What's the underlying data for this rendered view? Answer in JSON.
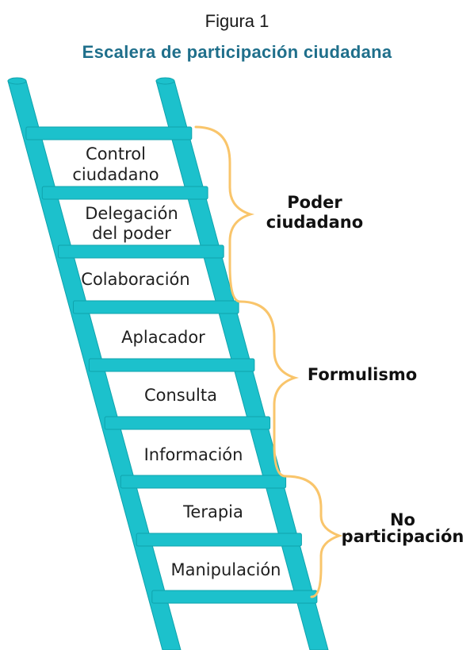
{
  "figure": {
    "label": "Figura 1",
    "title": "Escalera de participación ciudadana",
    "title_color": "#1f6f8b"
  },
  "ladder": {
    "rail_color": "#1cc1cc",
    "rail_edge_color": "#0fa3ad",
    "brace_color": "#f9c56b",
    "rungs": [
      "Control ciudadano",
      "Delegación del poder",
      "Colaboración",
      "Aplacador",
      "Consulta",
      "Información",
      "Terapia",
      "Manipulación"
    ],
    "groups": [
      {
        "label": "Poder ciudadano",
        "rungs": [
          "Control ciudadano",
          "Delegación del poder",
          "Colaboración"
        ]
      },
      {
        "label": "Formulismo",
        "rungs": [
          "Aplacador",
          "Consulta",
          "Información"
        ]
      },
      {
        "label": "No participación",
        "rungs": [
          "Terapia",
          "Manipulación"
        ]
      }
    ]
  }
}
